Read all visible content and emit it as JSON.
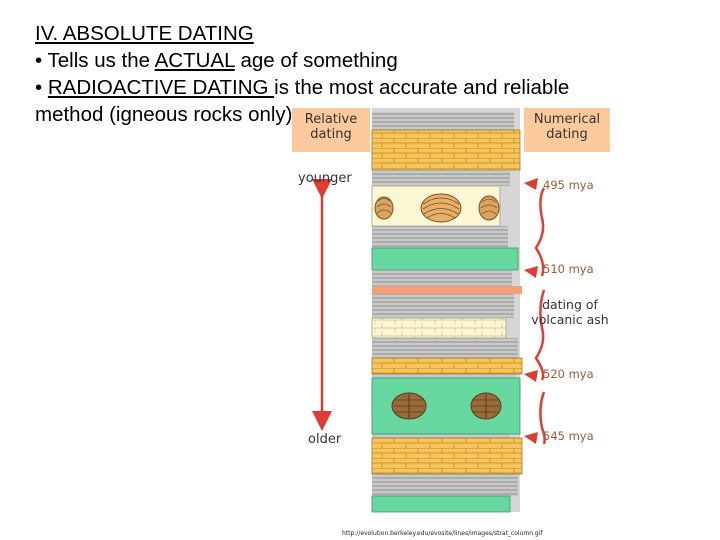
{
  "slide": {
    "heading": "IV.  ABSOLUTE DATING",
    "bullet1": {
      "prefix": "• Tells us the ",
      "emphasis": "ACTUAL",
      "suffix": " age of something"
    },
    "bullet2": {
      "prefix": "• ",
      "emphasis": "RADIOACTIVE DATING ",
      "suffix": " is the most accurate and reliable"
    },
    "line4": "method (igneous rocks only)"
  },
  "figure": {
    "relative_label": [
      "Relative",
      "dating"
    ],
    "numerical_label": [
      "Numerical",
      "dating"
    ],
    "younger": "younger",
    "older": "older",
    "ages": [
      "495 mya",
      "510 mya",
      "520 mya",
      "545 mya"
    ],
    "ash_label": [
      "dating of",
      "volcanic ash"
    ],
    "source": "http://evolution.berkeley.edu/evosite/lines/images/strat_column.gif"
  },
  "colors": {
    "tag_fill": "#fcc99d",
    "arrow": "#e03c32",
    "ash_layer": "#f08a5d",
    "sandstone": "#f9c55a",
    "shale": "#b9b9b9",
    "limestone": "#fbf6d4",
    "green_layer": "#66d8a0",
    "fossil": "#8a5a2a"
  }
}
